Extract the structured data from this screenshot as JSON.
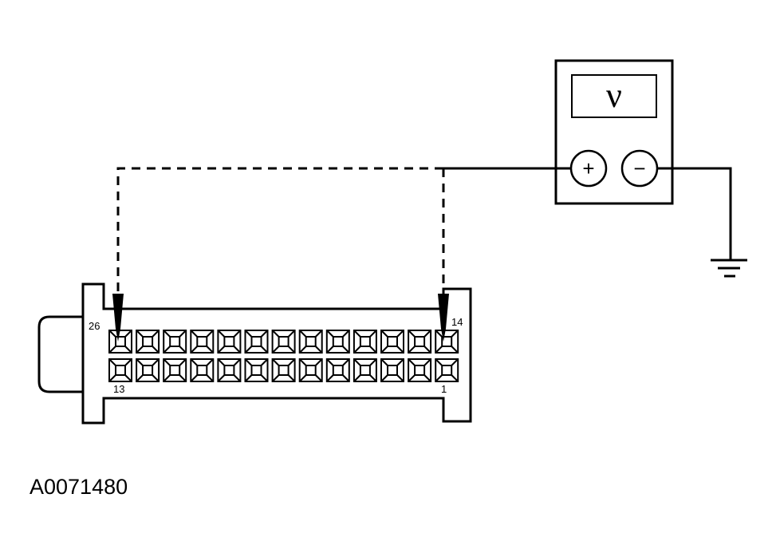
{
  "meter": {
    "display_symbol": "ν",
    "positive_symbol": "+",
    "negative_symbol": "−"
  },
  "connector": {
    "pin_labels": {
      "top_left": "26",
      "top_right": "14",
      "bottom_left": "13",
      "bottom_right": "1"
    },
    "pins_per_row": 13,
    "rows": 2
  },
  "figure_id": "A0071480"
}
